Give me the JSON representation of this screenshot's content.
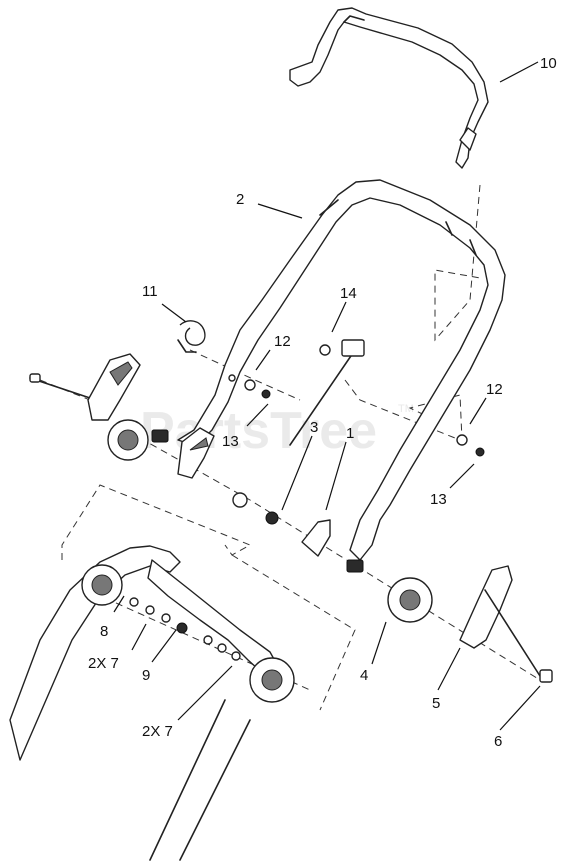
{
  "watermark": {
    "text": "PartsTree",
    "trademark": "TM"
  },
  "callouts": [
    {
      "id": "label-10",
      "text": "10"
    },
    {
      "id": "label-2",
      "text": "2"
    },
    {
      "id": "label-11",
      "text": "11"
    },
    {
      "id": "label-14",
      "text": "14"
    },
    {
      "id": "label-12-left",
      "text": "12"
    },
    {
      "id": "label-12-right",
      "text": "12"
    },
    {
      "id": "label-13-left",
      "text": "13"
    },
    {
      "id": "label-13-right",
      "text": "13"
    },
    {
      "id": "label-3",
      "text": "3"
    },
    {
      "id": "label-1",
      "text": "1"
    },
    {
      "id": "label-8",
      "text": "8"
    },
    {
      "id": "label-2x7-upper",
      "text": "2X 7"
    },
    {
      "id": "label-9",
      "text": "9"
    },
    {
      "id": "label-2x7-lower",
      "text": "2X 7"
    },
    {
      "id": "label-4",
      "text": "4"
    },
    {
      "id": "label-5",
      "text": "5"
    },
    {
      "id": "label-6",
      "text": "6"
    }
  ]
}
